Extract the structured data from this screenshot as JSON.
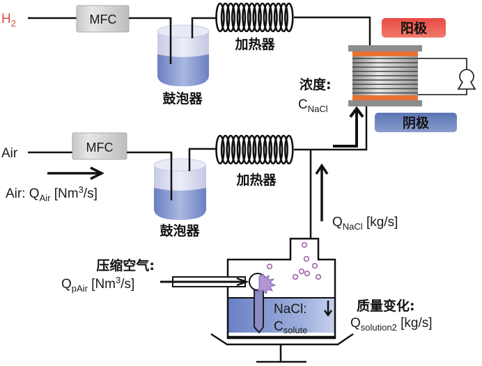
{
  "title": "NaCl aerosol electrochemical test setup",
  "inlets": {
    "h2": {
      "base": "H",
      "sub": "2",
      "color": "#d9463f"
    },
    "air": {
      "text": "Air",
      "color": "#4a6a9a"
    }
  },
  "mfc_label": "MFC",
  "heater_label": "加热器",
  "bubbler_label": "鼓泡器",
  "air_flow": {
    "prefix": "Air: Q",
    "sub": "Air",
    "suffix": " [Nm",
    "sup": "3",
    "suffix2": "/s]"
  },
  "stack": {
    "anode_label": "阳极",
    "cathode_label": "阴极",
    "anode_color": "#e8504a",
    "cathode_color": "#5a74b0",
    "plate_color": "#e87030"
  },
  "concentration": {
    "label": "浓度:",
    "sym": "C",
    "sub": "NaCl"
  },
  "nacl_flow": {
    "sym": "Q",
    "sub": "NaCl",
    "unit": " [kg/s]"
  },
  "compressed_air": {
    "label": "压缩空气:",
    "sym": "Q",
    "sub": "pAir",
    "unit": " [Nm",
    "sup": "3",
    "unit2": "/s]"
  },
  "solution": {
    "line1": "NaCl:",
    "sym": "C",
    "sub": "solute",
    "color": "#4a62a8"
  },
  "mass_change": {
    "label": "质量变化:",
    "sym": "Q",
    "sub": "solution2",
    "unit": " [kg/s]"
  }
}
